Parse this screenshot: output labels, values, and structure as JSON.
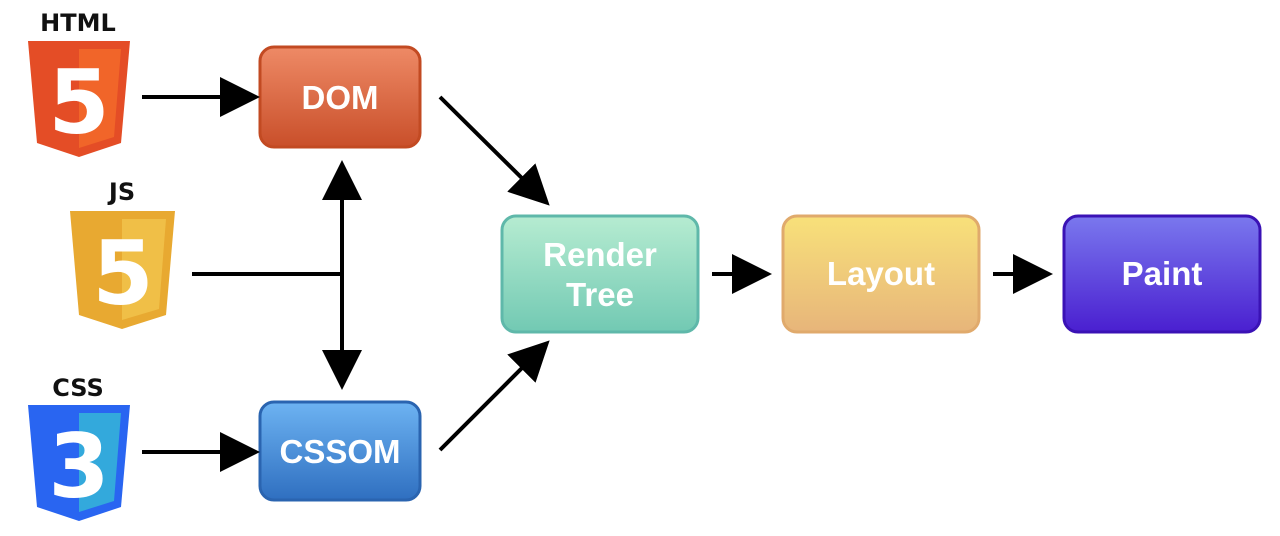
{
  "logos": {
    "html": {
      "caption": "HTML",
      "digit": "5"
    },
    "js": {
      "caption": "JS",
      "digit": "5"
    },
    "css": {
      "caption": "CSS",
      "digit": "3"
    }
  },
  "nodes": {
    "dom": {
      "label": "DOM"
    },
    "cssom": {
      "label": "CSSOM"
    },
    "render_tree": {
      "label_line1": "Render",
      "label_line2": "Tree"
    },
    "layout": {
      "label": "Layout"
    },
    "paint": {
      "label": "Paint"
    }
  },
  "colors": {
    "html_orange": "#e44d26",
    "js_yellow": "#e8a931",
    "css_blue": "#2965f1",
    "dom": "#d95a35",
    "cssom": "#3b86d4",
    "render_tree": "#92dbbd",
    "layout": "#efcb77",
    "paint": "#4a22d8"
  }
}
